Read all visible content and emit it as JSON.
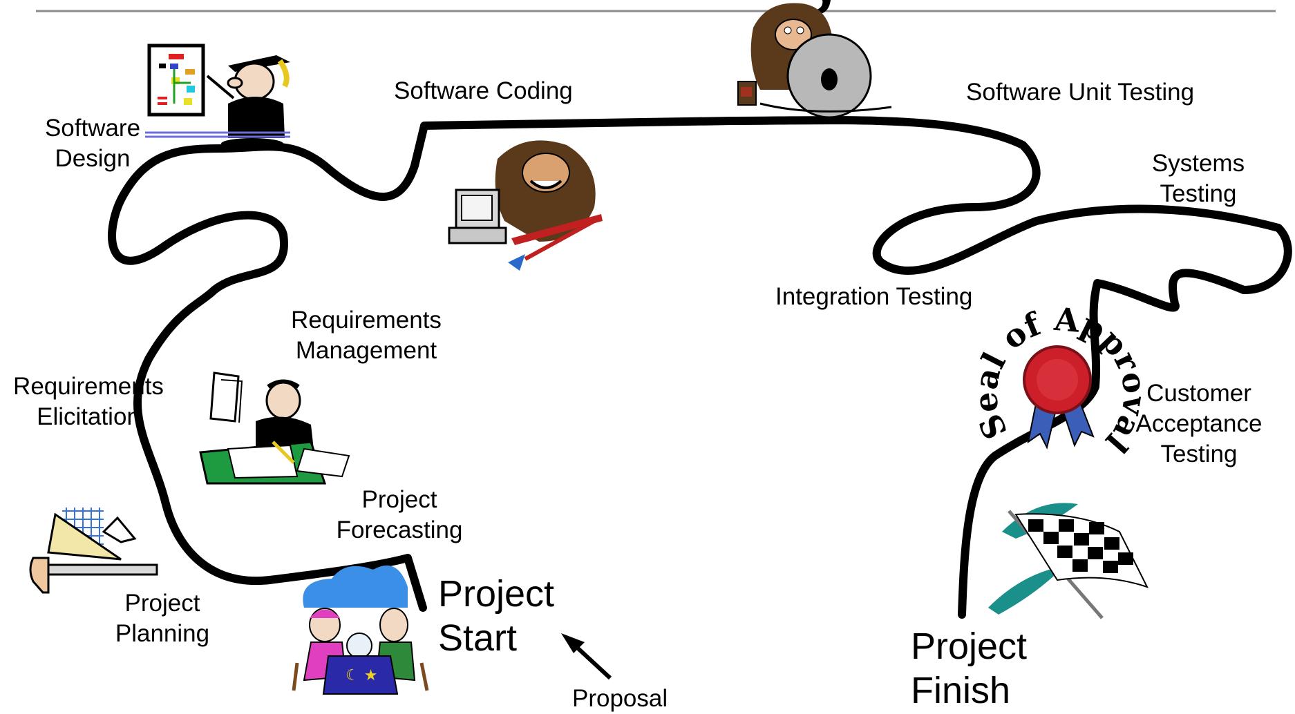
{
  "stages": {
    "software_design": [
      "Software",
      "Design"
    ],
    "software_coding": "Software Coding",
    "software_unit_testing": "Software Unit Testing",
    "systems_testing": [
      "Systems",
      "Testing"
    ],
    "integration_testing": "Integration Testing",
    "requirements_management": [
      "Requirements",
      "Management"
    ],
    "requirements_elicitation": [
      "Requirements",
      "Elicitation"
    ],
    "project_forecasting": [
      "Project",
      "Forecasting"
    ],
    "project_planning": [
      "Project",
      "Planning"
    ],
    "customer_acceptance_testing": [
      "Customer",
      "Acceptance",
      "Testing"
    ]
  },
  "milestones": {
    "start": [
      "Project",
      "Start"
    ],
    "finish": [
      "Project",
      "Finish"
    ],
    "proposal": "Proposal"
  },
  "seal": {
    "text": "Seal of Approval"
  },
  "colors": {
    "road": "#000000",
    "header_rule": "#8c8c8c",
    "seal_ribbon": "#cc1f2a",
    "seal_tail": "#3b5fb8",
    "flag_teal": "#1b8f8a",
    "cloud": "#3c8fe6",
    "table_cloth": "#2a2aa8"
  },
  "icons": [
    "teacher-flowchart-icon",
    "caveman-wheel-icon",
    "caveman-computer-icon",
    "clerk-paperwork-icon",
    "drafting-tools-icon",
    "fortune-teller-icon",
    "seal-of-approval-icon",
    "checkered-flag-icon"
  ]
}
